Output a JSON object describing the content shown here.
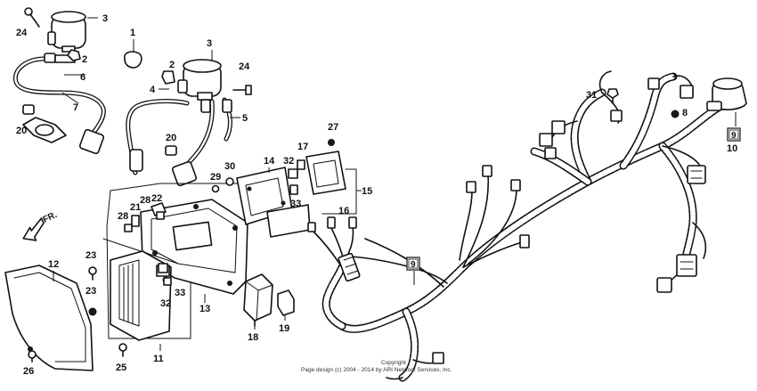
{
  "callouts": {
    "c1": "1",
    "c2a": "2",
    "c2b": "2",
    "c3a": "3",
    "c3b": "3",
    "c4": "4",
    "c5": "5",
    "c6": "6",
    "c7": "7",
    "c8": "8",
    "c9a": "9",
    "c9b": "9",
    "c10": "10",
    "c11": "11",
    "c12": "12",
    "c13": "13",
    "c14": "14",
    "c15": "15",
    "c16": "16",
    "c17": "17",
    "c18": "18",
    "c19": "19",
    "c20a": "20",
    "c20b": "20",
    "c21": "21",
    "c22": "22",
    "c23a": "23",
    "c23b": "23",
    "c24a": "24",
    "c24b": "24",
    "c25": "25",
    "c26": "26",
    "c27": "27",
    "c28a": "28",
    "c28b": "28",
    "c29": "29",
    "c30": "30",
    "c31": "31",
    "c32a": "32",
    "c32b": "32",
    "c33a": "33",
    "c33b": "33"
  },
  "direction_label": "FR.",
  "copyright": {
    "line1": "Copyright",
    "line2": "Page design (c) 2004 - 2014 by ARI Network Services, Inc."
  }
}
